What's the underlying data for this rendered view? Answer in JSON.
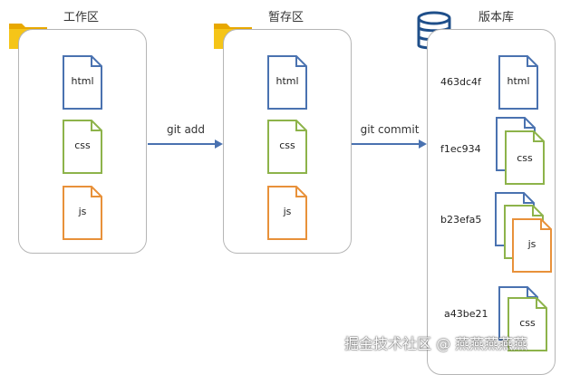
{
  "areas": {
    "working": {
      "title": "工作区"
    },
    "staging": {
      "title": "暂存区"
    },
    "repo": {
      "title": "版本库"
    }
  },
  "files": {
    "html": "html",
    "css": "css",
    "js": "js"
  },
  "arrows": {
    "add": "git add",
    "commit": "git commit"
  },
  "commits": [
    "463dc4f",
    "f1ec934",
    "b23efa5",
    "a43be21"
  ],
  "colors": {
    "html": "#4a72b0",
    "css": "#8db34a",
    "js": "#e8913a",
    "folder": "#f5c518",
    "arrow": "#4a72b0"
  },
  "icons": {
    "folder": "folder-icon",
    "database": "database-icon"
  },
  "watermark": "掘金技术社区 @ 燕燕燕燕燕"
}
